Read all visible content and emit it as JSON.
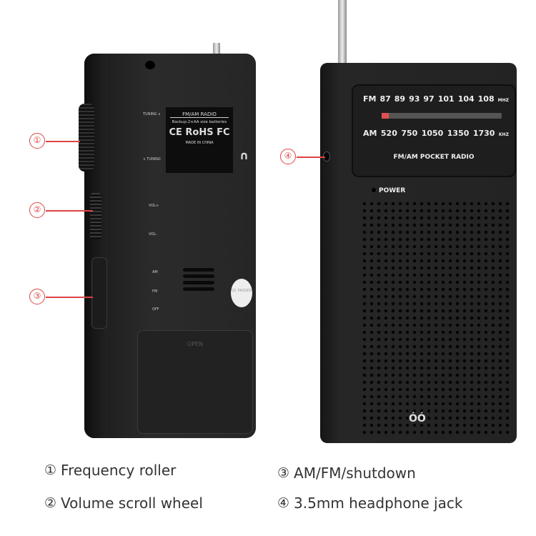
{
  "back_label": {
    "title": "FM/AM RADIO",
    "backup": "Backup:2×AA size batteries",
    "certs": "CE RoHS FC",
    "made": "MADE IN CHINA"
  },
  "back_marks": {
    "tuning_up": "TUNING ∧",
    "tuning_down": "∨ TUNING",
    "vol_plus": "VOL+",
    "vol_minus": "VOL-",
    "am": "AM",
    "fm": "FM",
    "off": "OFF",
    "cover": "OPEN",
    "sticker": "QC PASSED"
  },
  "dial": {
    "fm_label": "FM",
    "fm_values": [
      "87",
      "89",
      "93",
      "97",
      "101",
      "104",
      "108"
    ],
    "fm_unit": "MHZ",
    "am_label": "AM",
    "am_values": [
      "520",
      "750",
      "1050",
      "1350",
      "1730"
    ],
    "am_unit": "KHZ",
    "name": "FM/AM POCKET RADIO",
    "tuning_position": 0
  },
  "power_label": "POWER",
  "callouts": [
    {
      "number": "①",
      "text": "Frequency roller"
    },
    {
      "number": "②",
      "text": "Volume scroll wheel"
    },
    {
      "number": "③",
      "text": "AM/FM/shutdown"
    },
    {
      "number": "④",
      "text": "3.5mm headphone jack"
    }
  ],
  "colors": {
    "accent": "#dd4444",
    "body": "#232323"
  }
}
